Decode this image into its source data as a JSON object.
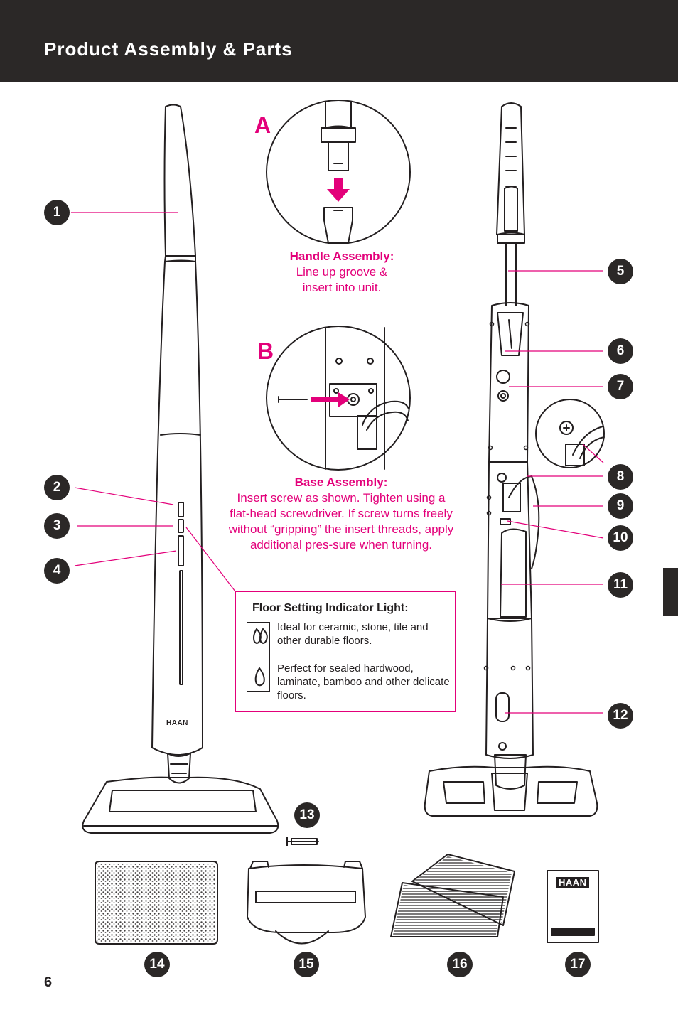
{
  "header": {
    "title": "Product Assembly & Parts"
  },
  "page": {
    "number": "6"
  },
  "details": {
    "a": {
      "letter": "A",
      "title": "Handle Assembly:",
      "text": "Line up groove & insert into unit."
    },
    "b": {
      "letter": "B",
      "title": "Base Assembly:",
      "text": "Insert screw as shown. Tighten using a flat-head screwdriver.  If screw turns freely without “gripping” the insert threads, apply additional pres-sure when turning."
    }
  },
  "floor_setting": {
    "title": "Floor Setting Indicator Light:",
    "items": [
      {
        "icon": "double-drop-icon",
        "text": "Ideal for ceramic, stone, tile and other durable floors."
      },
      {
        "icon": "single-drop-icon",
        "text": "Perfect for sealed hardwood, laminate, bamboo and other delicate floors."
      }
    ]
  },
  "brand": {
    "mop_logo": "HAAN",
    "pack_logo": "HAAN"
  },
  "callouts": [
    "1",
    "2",
    "3",
    "4",
    "5",
    "6",
    "7",
    "8",
    "9",
    "10",
    "11",
    "12",
    "13",
    "14",
    "15",
    "16",
    "17"
  ],
  "colors": {
    "accent": "#e3007a",
    "dark": "#2b2827"
  }
}
